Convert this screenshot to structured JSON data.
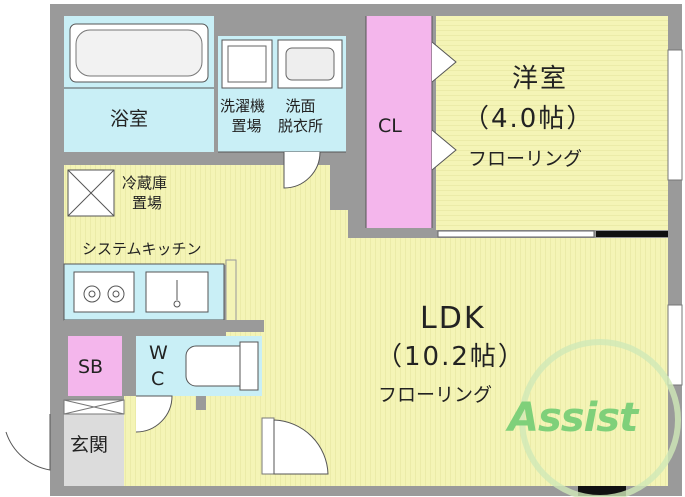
{
  "rooms": {
    "bath": "浴室",
    "washer_line1": "洗濯機",
    "washer_line2": "置場",
    "washroom_line1": "洗面",
    "washroom_line2": "脱衣所",
    "closet": "CL",
    "western_name": "洋室",
    "western_size": "（4.0帖）",
    "western_floor": "フローリング",
    "fridge_line1": "冷蔵庫",
    "fridge_line2": "置場",
    "kitchen": "システムキッチン",
    "ldk_name": "LDK",
    "ldk_size": "（10.2帖）",
    "ldk_floor": "フローリング",
    "storage": "SB",
    "wc_w": "W",
    "wc_c": "C",
    "entrance": "玄関"
  },
  "watermark": {
    "text": "Assist",
    "color": "#7fd07a"
  },
  "colors": {
    "floor": "#f4f4b6",
    "wet_area": "#c9eff6",
    "closet": "#f4b6ec",
    "wall": "#8c8c8c",
    "entrance": "#dcdcdc"
  }
}
